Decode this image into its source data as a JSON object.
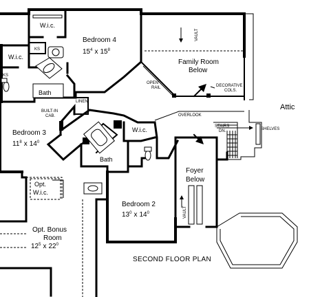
{
  "plan": {
    "title": "SECOND FLOOR PLAN",
    "rooms": {
      "bedroom4": {
        "name": "Bedroom 4",
        "w": "15",
        "w_sup": "4",
        "x": "x",
        "d": "15",
        "d_sup": "8"
      },
      "family": {
        "name1": "Family Room",
        "name2": "Below"
      },
      "bedroom3": {
        "name": "Bedroom 3",
        "w": "11",
        "w_sup": "8",
        "x": "x",
        "d": "14",
        "d_sup": "0"
      },
      "bedroom2": {
        "name": "Bedroom 2",
        "w": "13",
        "w_sup": "0",
        "x": "x",
        "d": "14",
        "d_sup": "0"
      },
      "foyer": {
        "name1": "Foyer",
        "name2": "Below"
      },
      "bonus": {
        "name1": "Opt. Bonus",
        "name2": "Room",
        "w": "12",
        "w_sup": "5",
        "x": "x",
        "d": "22",
        "d_sup": "0"
      },
      "attic": {
        "name": "Attic"
      }
    },
    "labels": {
      "wic_top": "W.i.c.",
      "wic_left": "W.i.c.",
      "wic_mid": "W.i.c.",
      "opt_wic1": "Opt.",
      "opt_wic2": "W.i.c.",
      "bath_left": "Bath",
      "bath_mid": "Bath",
      "linen": "LINEN",
      "builtin1": "BUILT-IN",
      "builtin2": "CAB.",
      "ks1": "KS",
      "ks2": "KS",
      "vault_top": "VAULT",
      "vault_foyer": "VAULT",
      "open1": "OPEN",
      "open2": "RAIL",
      "deco1": "DECORATIVE",
      "deco2": "COLS.",
      "overlook": "OVERLOOK",
      "stairs1": "STAIRS",
      "stairs2": "DN.",
      "shelves": "SHELVES"
    }
  }
}
